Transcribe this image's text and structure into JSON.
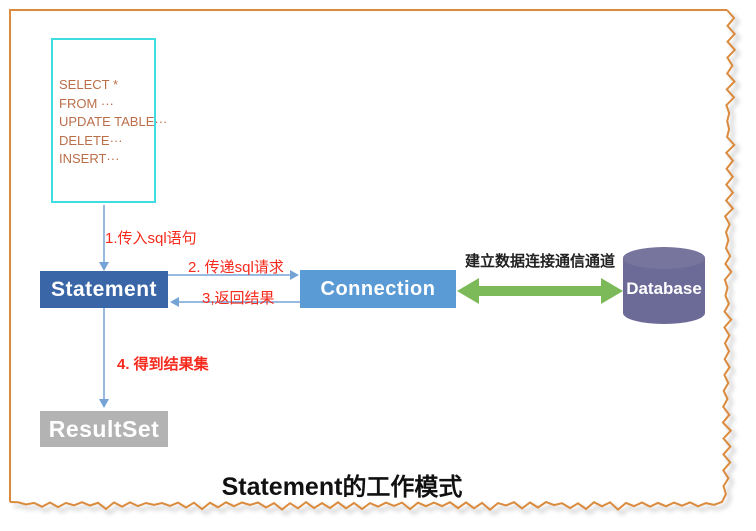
{
  "diagram": {
    "title": {
      "en": "Statement",
      "zh": "的工作模式"
    },
    "sql_box": {
      "lines": [
        "SELECT *",
        "FROM ···",
        "UPDATE TABLE···",
        "DELETE···",
        "INSERT···"
      ]
    },
    "nodes": {
      "statement": "Statement",
      "connection": "Connection",
      "database": "Database",
      "resultset": "ResultSet"
    },
    "steps": {
      "step1": "1.传入sql语句",
      "step2": "2. 传递sql请求",
      "step3": "3,返回结果",
      "step4": "4. 得到结果集"
    },
    "channel_label": "建立数据连接通信通道",
    "colors": {
      "statement_bg": "#3a66a8",
      "connection_bg": "#5b9bd5",
      "resultset_bg": "#b3b3b3",
      "database_fill": "#6c6a97",
      "database_top": "#77749e",
      "green_arrow": "#7cba59",
      "step_label_red": "#f5291c",
      "sql_text": "#ba6f4a",
      "sql_border": "#3fdce2",
      "connector_blue": "#76a3d6",
      "torn_border_orange": "#db8b3d"
    }
  }
}
